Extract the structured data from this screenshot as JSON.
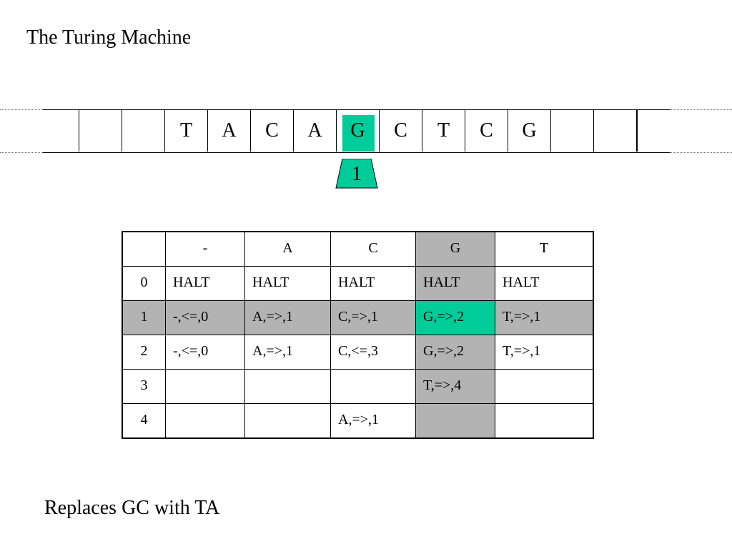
{
  "title": "The Turing Machine",
  "caption": "Replaces GC with TA",
  "tape": {
    "cells": [
      "",
      "",
      "",
      "T",
      "A",
      "C",
      "A",
      "G",
      "C",
      "T",
      "C",
      "G",
      "",
      "",
      ""
    ],
    "head_index": 7,
    "head_state": "1"
  },
  "table": {
    "columns": [
      "",
      "-",
      "A",
      "C",
      "G",
      "T"
    ],
    "rows": [
      {
        "state": "0",
        "cells": [
          "HALT",
          "HALT",
          "HALT",
          "HALT",
          "HALT"
        ]
      },
      {
        "state": "1",
        "cells": [
          "-,<=,0",
          "A,=>,1",
          "C,=>,1",
          "G,=>,2",
          "T,=>,1"
        ]
      },
      {
        "state": "2",
        "cells": [
          "-,<=,0",
          "A,=>,1",
          "C,<=,3",
          "G,=>,2",
          "T,=>,1"
        ]
      },
      {
        "state": "3",
        "cells": [
          "",
          "",
          "",
          "T,=>,4",
          ""
        ]
      },
      {
        "state": "4",
        "cells": [
          "",
          "",
          "A,=>,1",
          "",
          ""
        ]
      }
    ],
    "highlight_column": "G",
    "highlight_row": "1",
    "highlight_cell": {
      "row": "1",
      "column": "G"
    }
  },
  "colors": {
    "highlight_green": "#00cc99",
    "highlight_gray": "#b3b3b3"
  }
}
